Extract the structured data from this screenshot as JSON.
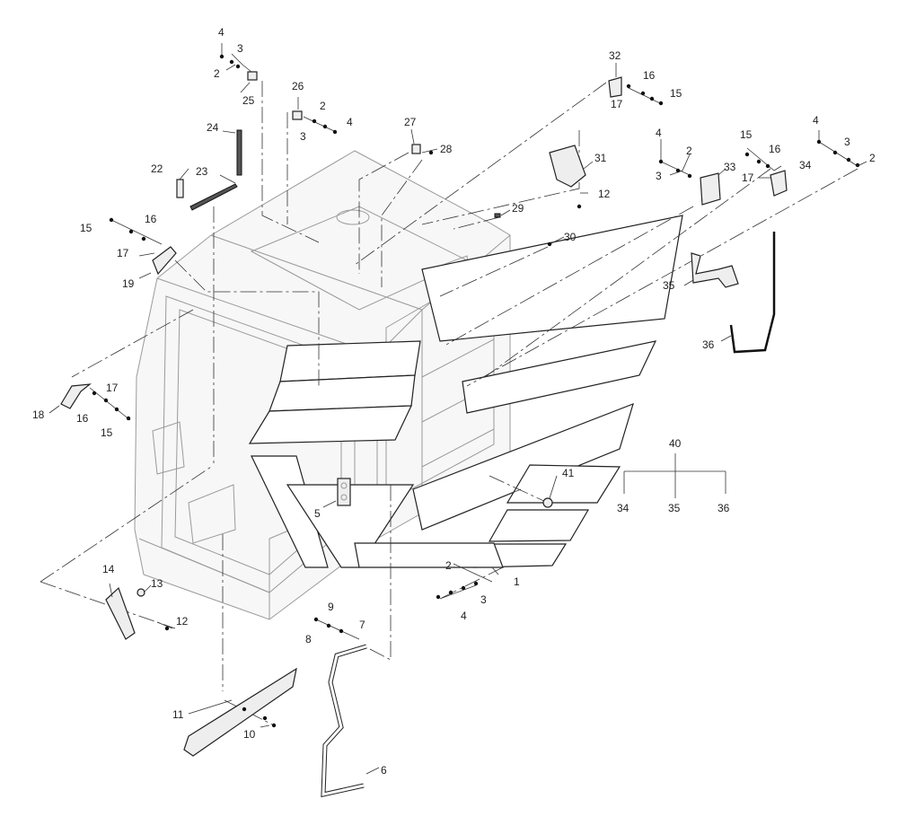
{
  "callouts": {
    "c1": "1",
    "c2a": "2",
    "c2b": "2",
    "c2c": "2",
    "c2d": "2",
    "c2e": "2",
    "c3a": "3",
    "c3b": "3",
    "c3c": "3",
    "c3d": "3",
    "c3e": "3",
    "c4a": "4",
    "c4b": "4",
    "c4c": "4",
    "c4d": "4",
    "c4e": "4",
    "c5": "5",
    "c6": "6",
    "c7": "7",
    "c8": "8",
    "c9": "9",
    "c10": "10",
    "c11": "11",
    "c12a": "12",
    "c12b": "12",
    "c13": "13",
    "c14": "14",
    "c15a": "15",
    "c15b": "15",
    "c15c": "15",
    "c15d": "15",
    "c16a": "16",
    "c16b": "16",
    "c16c": "16",
    "c16d": "16",
    "c17a": "17",
    "c17b": "17",
    "c17c": "17",
    "c17d": "17",
    "c18": "18",
    "c19": "19",
    "c22": "22",
    "c23": "23",
    "c24": "24",
    "c25": "25",
    "c26": "26",
    "c27": "27",
    "c28": "28",
    "c29": "29",
    "c30": "30",
    "c31": "31",
    "c32": "32",
    "c33": "33",
    "c34a": "34",
    "c34b": "34",
    "c35a": "35",
    "c35b": "35",
    "c36a": "36",
    "c36b": "36",
    "c40": "40",
    "c41": "41"
  },
  "colors": {
    "line": "#222222",
    "cab_outline": "#9a9a9a",
    "background": "#ffffff"
  }
}
